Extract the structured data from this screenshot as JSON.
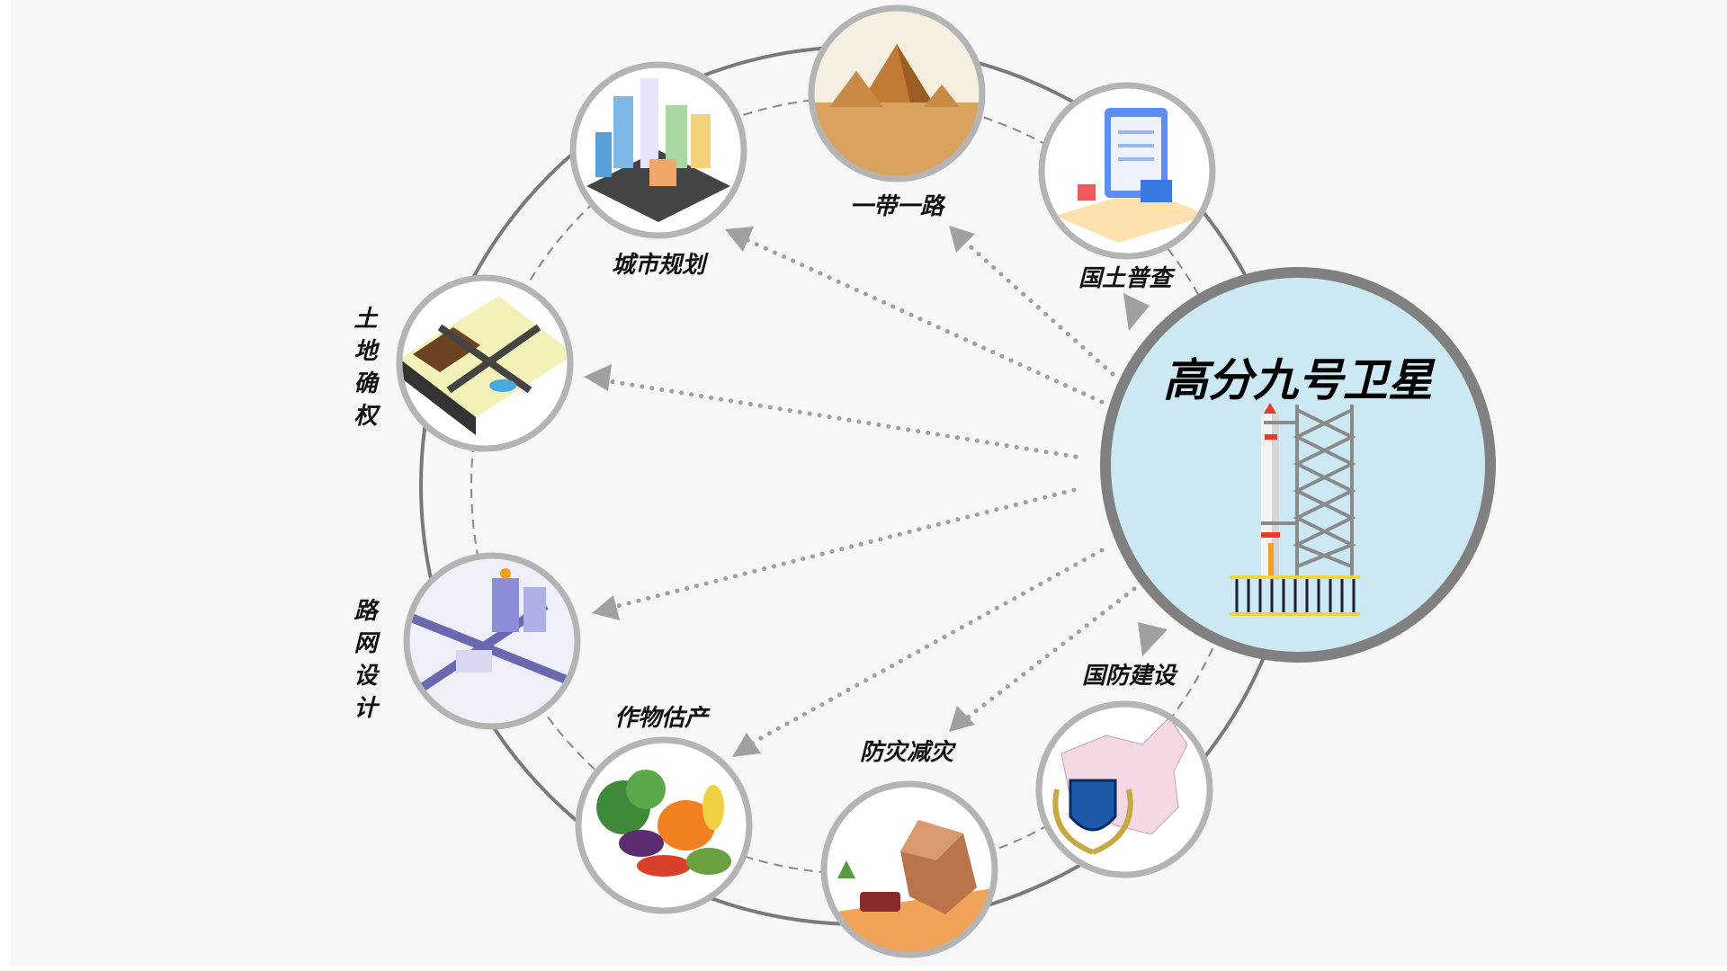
{
  "hub": {
    "title": "高分九号卫星",
    "fill": "#cbe8f3",
    "ring": "#808080"
  },
  "applications": [
    {
      "id": "urban-planning",
      "label": "城市规划",
      "vertical": false
    },
    {
      "id": "belt-and-road",
      "label": "一带一路",
      "vertical": false
    },
    {
      "id": "land-survey",
      "label": "国土普查",
      "vertical": false
    },
    {
      "id": "land-rights",
      "label": "土地确权",
      "vertical": true
    },
    {
      "id": "road-network",
      "label": "路网设计",
      "vertical": true
    },
    {
      "id": "crop-yield",
      "label": "作物估产",
      "vertical": false
    },
    {
      "id": "disaster-prevention",
      "label": "防灾减灾",
      "vertical": false
    },
    {
      "id": "national-defense",
      "label": "国防建设",
      "vertical": false
    }
  ],
  "colors": {
    "background": "#f7f7f7",
    "ring": "#7a7a7a",
    "arrow": "#a0a0a0",
    "satellite_border": "#b4b4b4"
  }
}
